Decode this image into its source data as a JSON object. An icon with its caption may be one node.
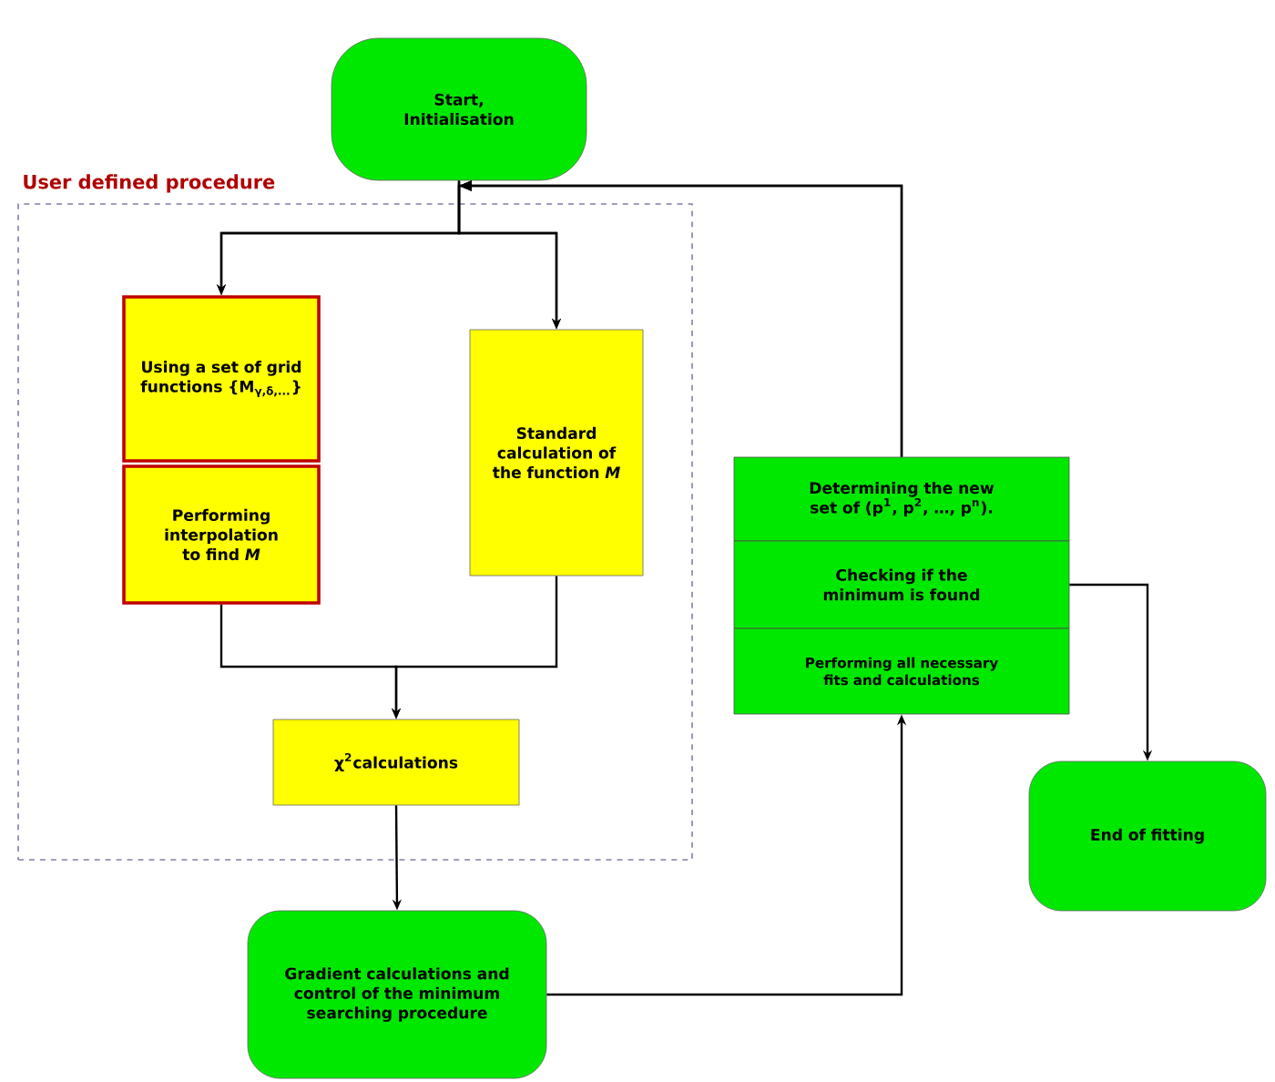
{
  "diagram": {
    "nodes": [
      {
        "text": [
          "Start, Initialisation"
        ]
      },
      {
        "text": [
          "User defined procedure"
        ]
      },
      {
        "text": [
          "Using a set of grid functions {M$_{γ,δ,...}$}"
        ],
        "in": 1
      },
      {
        "text": [
          "Performing interpolation to find *M*"
        ],
        "in": 1
      },
      {
        "text": [
          "Standard calculation of the function *M*"
        ],
        "in": 1
      },
      {
        "text": [
          "χ$^{2}$calculations"
        ],
        "in": 1
      },
      {
        "text": [
          "Gradient calculations and control of the minimum searching procedure"
        ]
      },
      {
        "text": [
          "Determining the new set of (p$^{1}$, p$^{2}$, …, p$^{n}$)."
        ]
      },
      {
        "text": [
          "Checking if the minimum is found"
        ]
      },
      {
        "text": [
          "Performing all necessary fits and calculations"
        ]
      },
      {
        "text": [
          "End of fitting"
        ]
      }
    ],
    "edges": [
      {
        "from": 0,
        "to": 2,
        "arrow": "to"
      },
      {
        "from": 0,
        "to": 4,
        "arrow": "to"
      },
      {
        "from": 7,
        "to": 2,
        "arrow": "to"
      },
      {
        "from": 7,
        "to": 4,
        "arrow": "to"
      },
      {
        "from": 3,
        "to": 5,
        "arrow": "to"
      },
      {
        "from": 4,
        "to": 5,
        "arrow": "to"
      },
      {
        "from": 5,
        "to": 6,
        "arrow": "to"
      },
      {
        "from": 6,
        "to": 9,
        "arrow": "to"
      },
      {
        "from": 8,
        "to": 10,
        "arrow": "to"
      }
    ]
  }
}
